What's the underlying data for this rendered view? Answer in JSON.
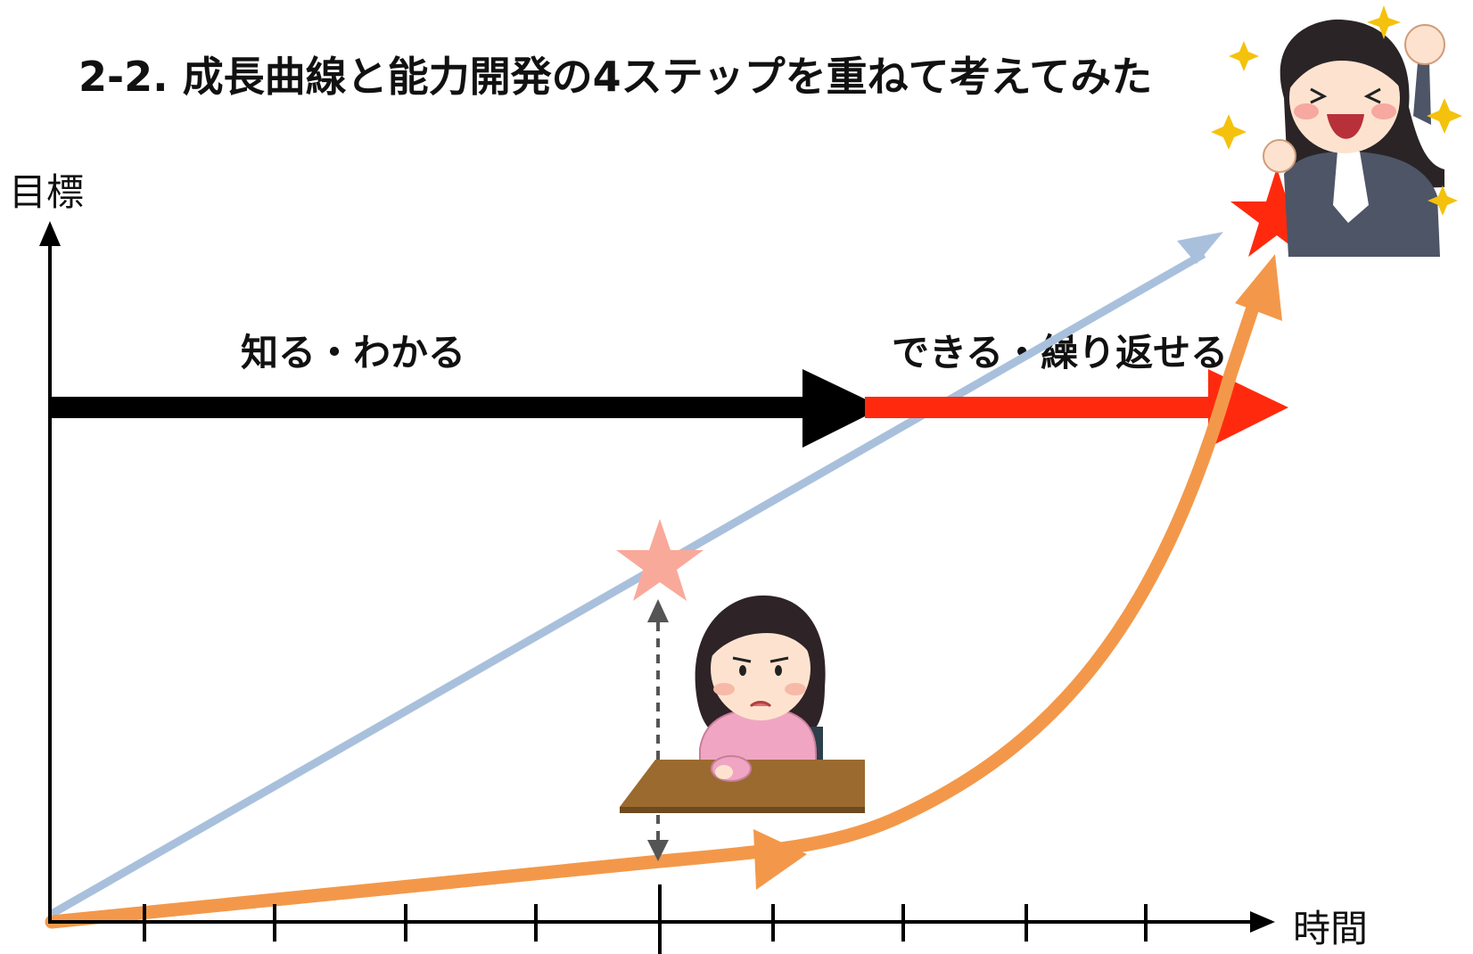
{
  "title": "2-2. 成長曲線と能力開発の4ステップを重ねて考えてみた",
  "y_axis_label": "目標",
  "x_axis_label": "時間",
  "phases": {
    "first": "知る・わかる",
    "second": "できる・繰り返せる"
  },
  "colors": {
    "target_line": "#a9c0dc",
    "growth_curve": "#f3984a",
    "phase_first": "#000000",
    "phase_second": "#ff2a0e",
    "goal_star": "#ff2a0e",
    "gap_star": "#f9a99a",
    "gap_arrow": "#555555"
  },
  "icons": {
    "worried_student": "worried-girl-at-desk-illustration",
    "cheering_person": "cheering-woman-illustration",
    "sparkles": "sparkle-icon"
  }
}
